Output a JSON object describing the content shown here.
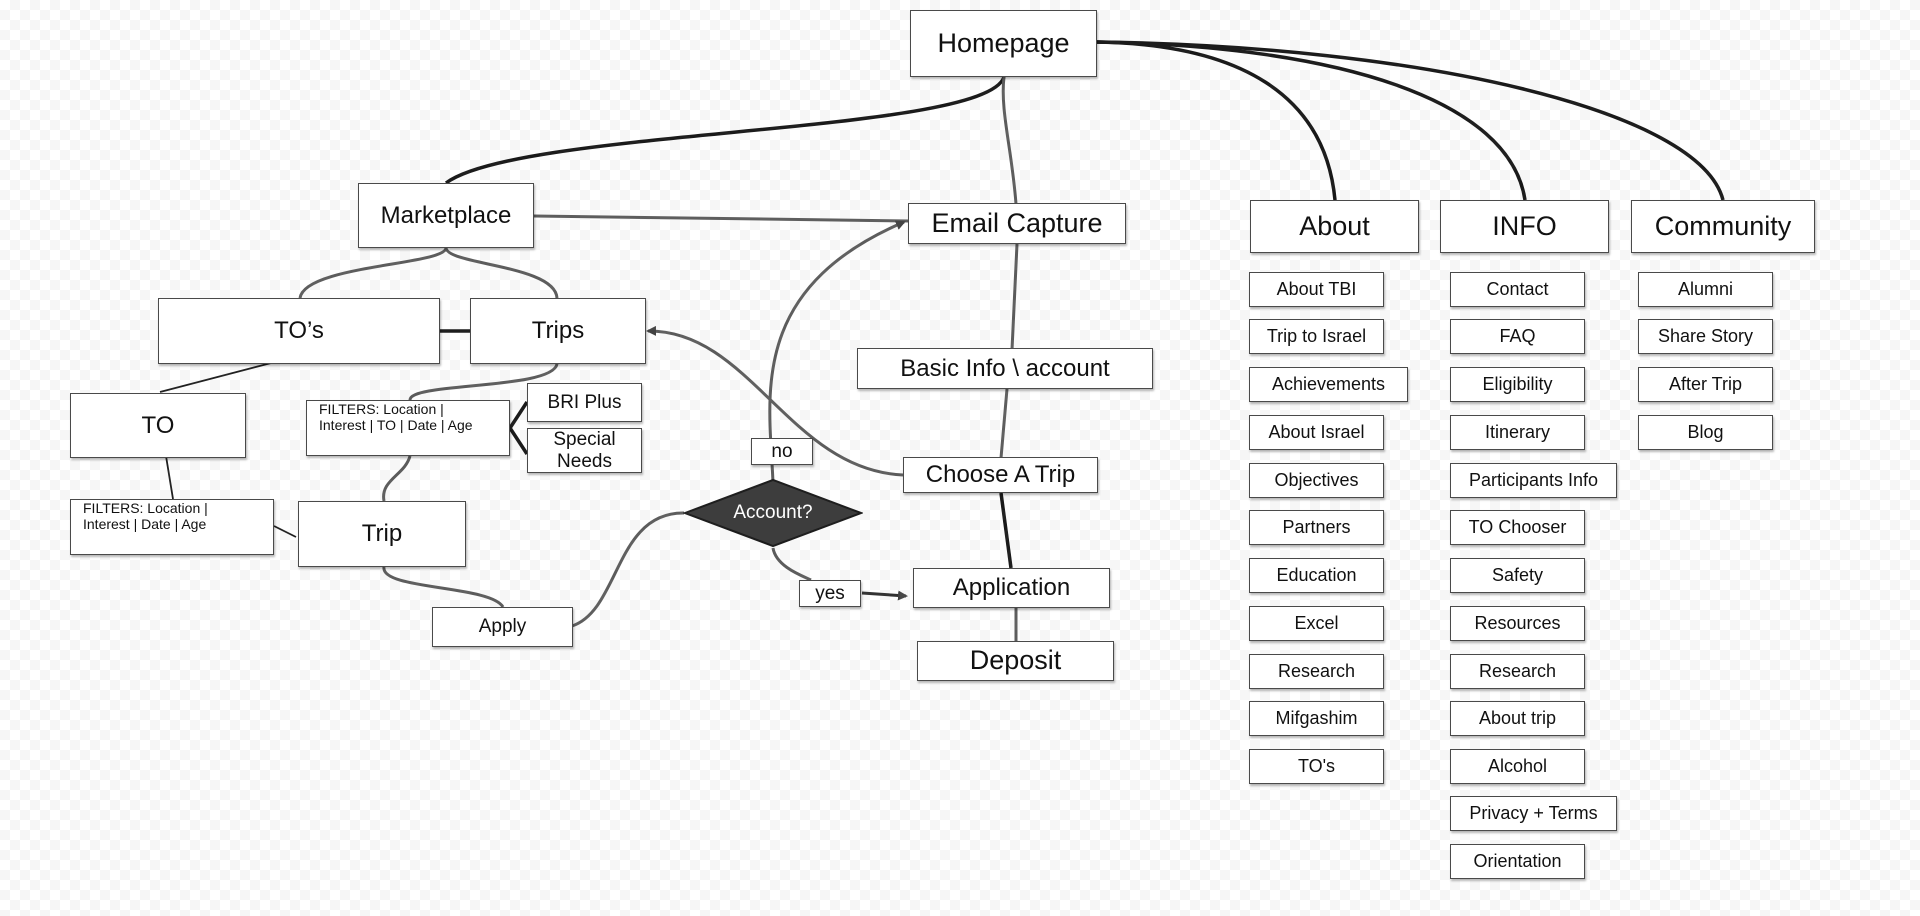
{
  "homepage": "Homepage",
  "marketplace": {
    "title": "Marketplace",
    "tos": "TO’s",
    "trips": "Trips",
    "to": "TO",
    "to_filters_line1": "FILTERS:  Location |",
    "to_filters_line2": "Interest | Date | Age",
    "trip_filters_line1": "FILTERS:  Location |",
    "trip_filters_line2": "Interest | TO | Date | Age",
    "bri_plus": "BRI Plus",
    "special_needs_line1": "Special",
    "special_needs_line2": "Needs",
    "trip": "Trip",
    "apply": "Apply"
  },
  "flow": {
    "email_capture": "Email Capture",
    "basic_info": "Basic Info \\ account",
    "choose_trip": "Choose A Trip",
    "account_question": "Account?",
    "no_label": "no",
    "yes_label": "yes",
    "application": "Application",
    "deposit": "Deposit"
  },
  "about": {
    "title": "About",
    "items": [
      "About TBI",
      "Trip to Israel",
      "Achievements",
      "About Israel",
      "Objectives",
      "Partners",
      "Education",
      "Excel",
      "Research",
      "Mifgashim",
      "TO's"
    ]
  },
  "info": {
    "title": "INFO",
    "items": [
      "Contact",
      "FAQ",
      "Eligibility",
      "Itinerary",
      "Participants Info",
      "TO Chooser",
      "Safety",
      "Resources",
      "Research",
      "About trip",
      "Alcohol",
      "Privacy + Terms",
      "Orientation"
    ]
  },
  "community": {
    "title": "Community",
    "items": [
      "Alumni",
      "Share Story",
      "After Trip",
      "Blog"
    ]
  },
  "colors": {
    "connector": "#5e5e5e",
    "connector_dark": "#1c1c1c",
    "decision_fill": "#3d3d3d",
    "node_border": "#4a4a4a"
  }
}
